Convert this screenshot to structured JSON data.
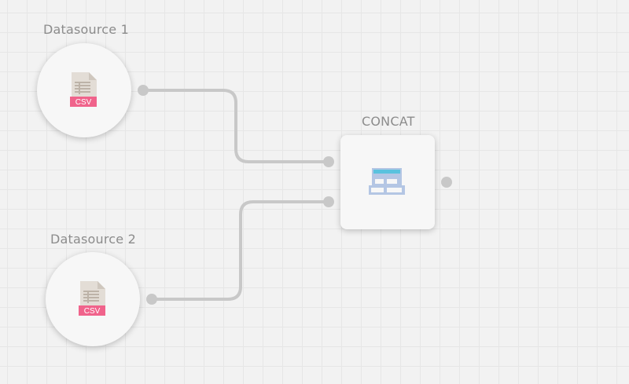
{
  "nodes": {
    "datasource1": {
      "label": "Datasource 1",
      "icon": "csv-file-icon",
      "badge": "CSV"
    },
    "datasource2": {
      "label": "Datasource 2",
      "icon": "csv-file-icon",
      "badge": "CSV"
    },
    "concat": {
      "label": "CONCAT",
      "icon": "concat-table-icon"
    }
  },
  "colors": {
    "canvas": "#f2f2f2",
    "grid": "#e6e6e6",
    "node_fill": "#f7f7f7",
    "edge": "#c8c8c8",
    "label": "#8c8c8c",
    "csv_badge": "#f0638b",
    "concat_accent": "#5ac2de",
    "concat_cells": "#b4c6e4"
  }
}
